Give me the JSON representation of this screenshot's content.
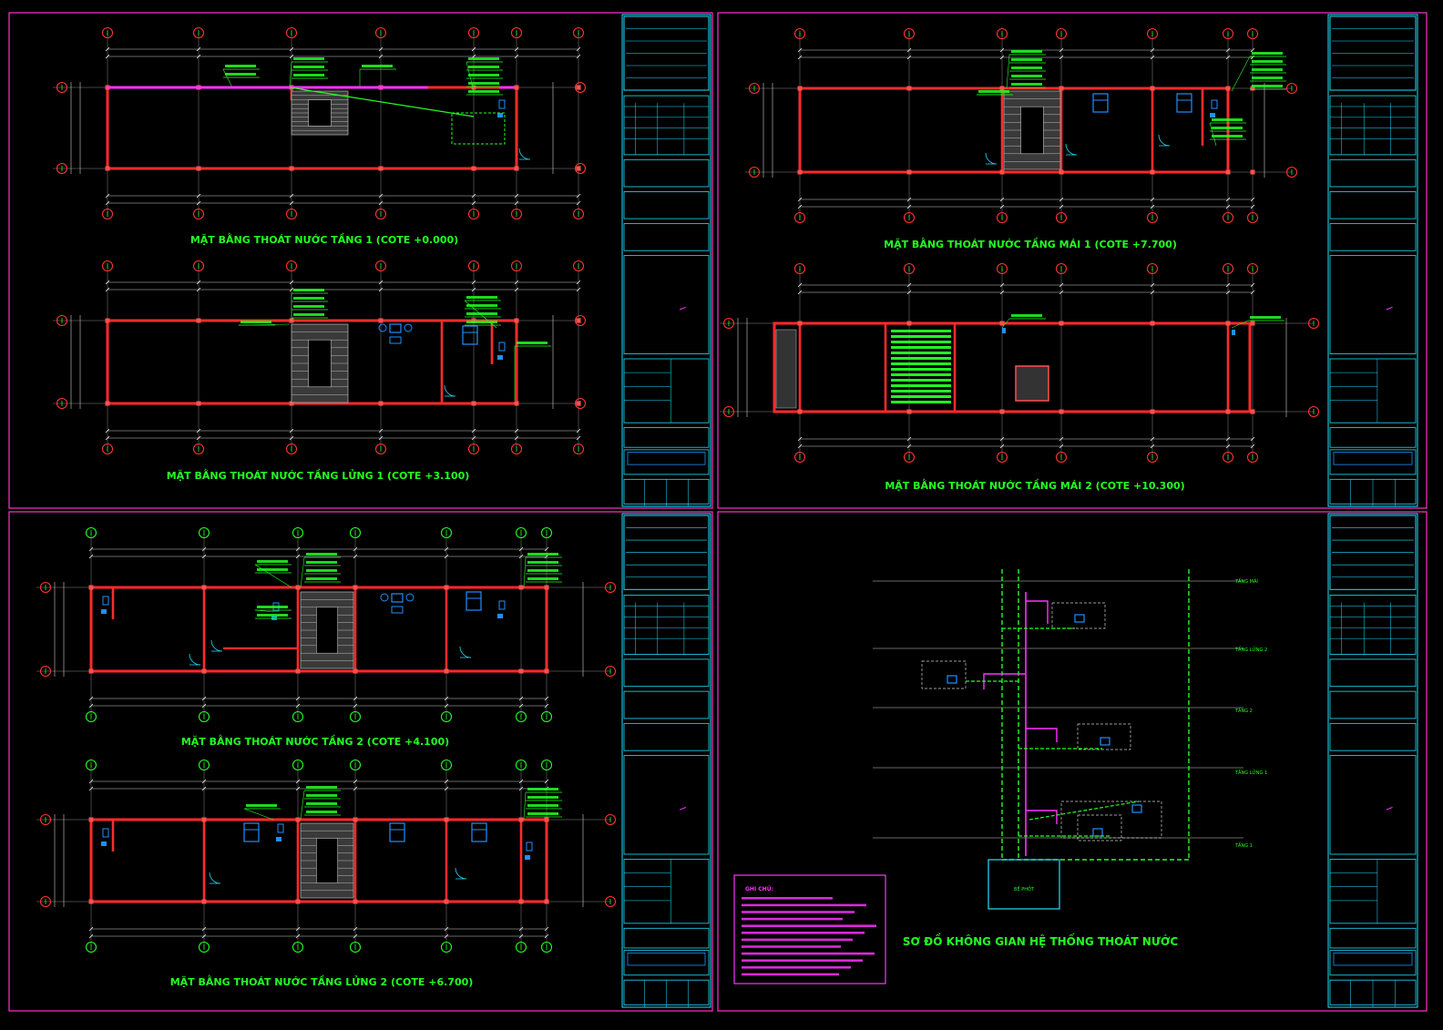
{
  "drawing": {
    "sheets": [
      {
        "id": "tl",
        "titles": [
          "MẶT BẰNG THOÁT NƯỚC TẦNG 1 (COTE +0.000)",
          "MẶT BẰNG THOÁT NƯỚC TẦNG LỬNG 1 (COTE +3.100)"
        ]
      },
      {
        "id": "tr",
        "titles": [
          "MẶT BẰNG THOÁT NƯỚC TẦNG MÁI 1 (COTE +7.700)",
          "MẶT BẰNG THOÁT NƯỚC TẦNG MÁI 2 (COTE +10.300)"
        ]
      },
      {
        "id": "bl",
        "titles": [
          "MẶT BẰNG THOÁT NƯỚC TẦNG 2 (COTE +4.100)",
          "MẶT BẰNG THOÁT NƯỚC TẦNG LỬNG 2 (COTE +6.700)"
        ]
      },
      {
        "id": "br",
        "titles": [
          "SƠ ĐỒ KHÔNG GIAN HỆ THỐNG THOÁT NƯỚC"
        ]
      }
    ],
    "riser_diagram": {
      "level_labels": [
        "TẦNG MÁI",
        "TẦNG LỬNG 2",
        "TẦNG 2",
        "TẦNG LỬNG 1",
        "TẦNG 1"
      ],
      "tank_label": "BỂ PHỐT",
      "legend_title": "GHI CHÚ:"
    },
    "colors": {
      "background": "#000000",
      "sheet_border": "#ff33cc",
      "title_block": "#22e0ff",
      "wall": "#ff2a2a",
      "pipe_green": "#22ff22",
      "pipe_magenta": "#ff33ff",
      "fixture": "#1e90ff",
      "axis_marker": "#ff3333"
    }
  }
}
